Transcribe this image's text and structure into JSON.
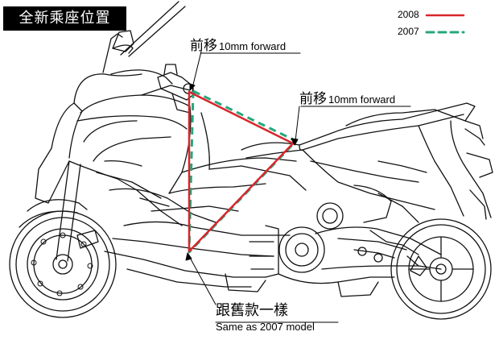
{
  "title": "全新乘座位置",
  "legend": [
    {
      "label": "2008",
      "color": "#d8262b",
      "style": "solid"
    },
    {
      "label": "2007",
      "color": "#25a77e",
      "style": "dashed"
    }
  ],
  "annotations": {
    "handlebar": {
      "zh": "前移",
      "en": "10mm forward"
    },
    "seat": {
      "zh": "前移",
      "en": "10mm forward"
    },
    "footpeg": {
      "zh": "跟舊款一樣",
      "en": "Same as 2007 model"
    }
  }
}
